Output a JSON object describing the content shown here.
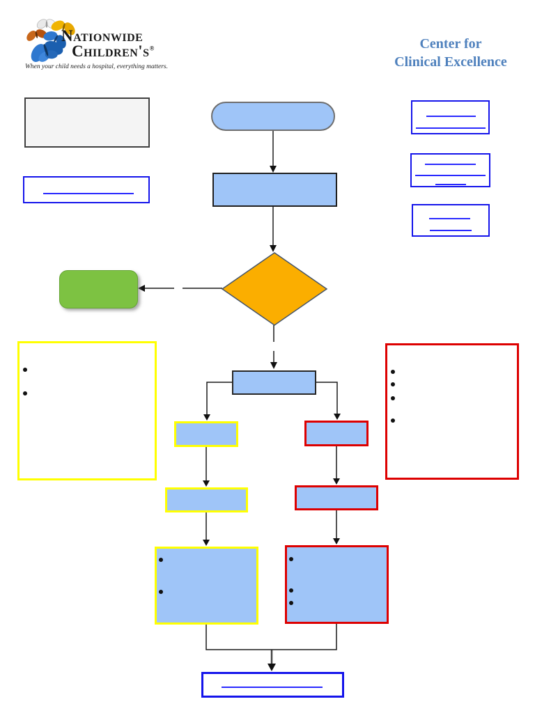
{
  "header": {
    "logo": {
      "org_line1": "Nationwide",
      "org_line2": "Children's",
      "registered_mark": "®",
      "tagline": "When your child needs a hospital, everything matters."
    },
    "title": {
      "line1": "Center for",
      "line2": "Clinical Excellence",
      "color": "#4F81BD"
    }
  },
  "flowchart": {
    "colors": {
      "node_fill_blue": "#9FC5F8",
      "decision_fill_orange": "#FBAE00",
      "decision_border": "#44546A",
      "terminal_fill_green": "#7DC242",
      "legend_fill_gray": "#F4F4F4",
      "highlight_yellow": "#FFFF00",
      "highlight_red": "#DD0000",
      "hyperlink_blue": "#1414EB",
      "hyperlink_underline": "#2929FF",
      "connector_dark": "#1a1a1a",
      "connector_gray": "#555555"
    },
    "nodes": [
      {
        "id": "legend-box",
        "shape": "rectangle",
        "style": "gray-fill",
        "text": ""
      },
      {
        "id": "left-hyperlink-box",
        "shape": "rectangle",
        "style": "blue-outline",
        "hyperlink_underlines": 1
      },
      {
        "id": "start-terminator",
        "shape": "stadium",
        "style": "blue-fill",
        "text": ""
      },
      {
        "id": "process-1",
        "shape": "rectangle",
        "style": "blue-fill",
        "text": ""
      },
      {
        "id": "decision-1",
        "shape": "diamond",
        "style": "orange-fill",
        "text": ""
      },
      {
        "id": "green-terminator",
        "shape": "rounded-rectangle",
        "style": "green-fill",
        "text": ""
      },
      {
        "id": "yellow-note-box",
        "shape": "rectangle",
        "style": "yellow-outline",
        "bullet_count": 2
      },
      {
        "id": "red-note-box",
        "shape": "rectangle",
        "style": "red-outline",
        "bullet_count": 4
      },
      {
        "id": "process-2",
        "shape": "rectangle",
        "style": "blue-fill",
        "text": ""
      },
      {
        "id": "yellow-branch-step-1",
        "shape": "rectangle",
        "style": "blue-fill-yellow-outline",
        "text": ""
      },
      {
        "id": "yellow-branch-step-2",
        "shape": "rectangle",
        "style": "blue-fill-yellow-outline",
        "text": ""
      },
      {
        "id": "yellow-branch-detail",
        "shape": "rectangle",
        "style": "blue-fill-yellow-outline",
        "bullet_count": 2
      },
      {
        "id": "red-branch-step-1",
        "shape": "rectangle",
        "style": "blue-fill-red-outline",
        "text": ""
      },
      {
        "id": "red-branch-step-2",
        "shape": "rectangle",
        "style": "blue-fill-red-outline",
        "text": ""
      },
      {
        "id": "red-branch-detail",
        "shape": "rectangle",
        "style": "blue-fill-red-outline",
        "bullet_count": 3
      },
      {
        "id": "bottom-hyperlink-box",
        "shape": "rectangle",
        "style": "blue-outline",
        "hyperlink_underlines": 1
      },
      {
        "id": "right-hyperlink-box-1",
        "shape": "rectangle",
        "style": "blue-outline",
        "hyperlink_underlines": 2
      },
      {
        "id": "right-hyperlink-box-2",
        "shape": "rectangle",
        "style": "blue-outline",
        "hyperlink_underlines": 3
      },
      {
        "id": "right-hyperlink-box-3",
        "shape": "rectangle",
        "style": "blue-outline",
        "hyperlink_underlines": 2
      }
    ]
  }
}
